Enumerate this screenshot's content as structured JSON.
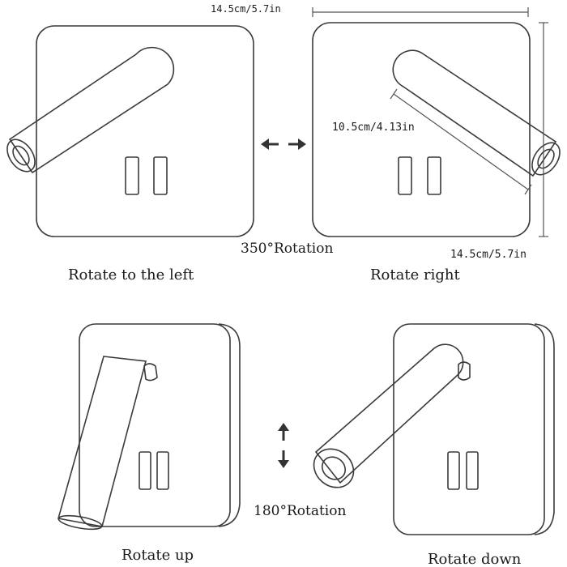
{
  "labels": {
    "rotate_left": "Rotate to the left",
    "rotate_right": "Rotate right",
    "rotate_up": "Rotate up",
    "rotate_down": "Rotate down",
    "rotation_350": "350°Rotation",
    "rotation_180": "180°Rotation"
  },
  "dimensions": {
    "width_top": "14.5cm/5.7in",
    "height_side": "14.5cm/5.7in",
    "arm_length": "10.5cm/4.13in"
  },
  "icons": {
    "horizontal_arrows": "left-right-arrows-icon",
    "vertical_arrows": "up-down-arrows-icon"
  }
}
